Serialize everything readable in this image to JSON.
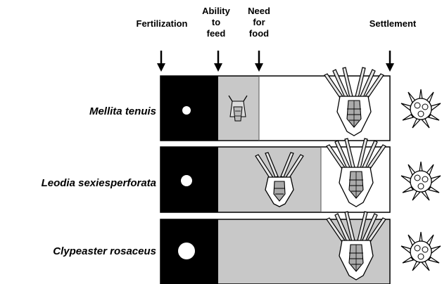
{
  "headers": {
    "fertilization": "Fertilization",
    "ability_to_feed": "Ability\nto\nfeed",
    "need_for_food": "Need\nfor\nfood",
    "settlement": "Settlement"
  },
  "rows": [
    {
      "species": "Mellita tenuis"
    },
    {
      "species": "Leodia sexiesperforata"
    },
    {
      "species": "Clypeaster rosaceus"
    }
  ],
  "colors": {
    "prefeeding": "#000000",
    "facultative_feeding": "#c8c8c8",
    "obligate_feeding": "#ffffff",
    "egg": "#ffffff"
  },
  "icons": [
    "arrow-down-icon",
    "egg-icon",
    "early-pluteus-icon",
    "pluteus-larva-icon",
    "juvenile-urchin-icon"
  ]
}
